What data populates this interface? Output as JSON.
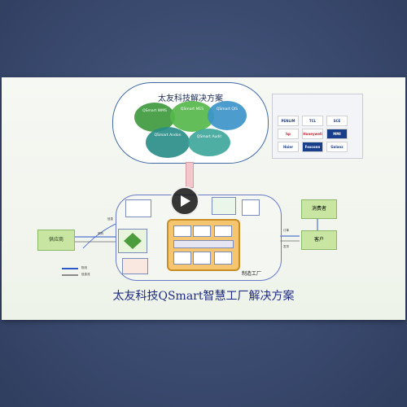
{
  "slide": {
    "cluster_title": "太友科技解决方案",
    "modules": [
      {
        "name": "QSmart WMS",
        "color": "#3f9b3f"
      },
      {
        "name": "QSmart MES",
        "color": "#56b84b"
      },
      {
        "name": "QSmart QIS",
        "color": "#3d95c9"
      },
      {
        "name": "QSmart Andon",
        "color": "#2c8f8a"
      },
      {
        "name": "QSmart Audit",
        "color": "#3fa89d"
      }
    ],
    "customer_logos": [
      "PENLIM",
      "TCL",
      "SCE",
      "hp",
      "Honeywell",
      "MMI",
      "Haier",
      "Foxconn",
      "Galanz"
    ],
    "flow": {
      "supplier": "供应商",
      "consumer": "消费者",
      "customer": "客户",
      "factory": "制造工厂",
      "label_purchase": "采购",
      "label_ship": "发货",
      "label_info": "信息",
      "label_order": "订单"
    },
    "legend": [
      {
        "text": "物流",
        "color": "#2d58c7"
      },
      {
        "text": "信息流",
        "color": "#8a8a8a"
      }
    ],
    "main_title": "太友科技QSmart智慧工厂解决方案"
  }
}
